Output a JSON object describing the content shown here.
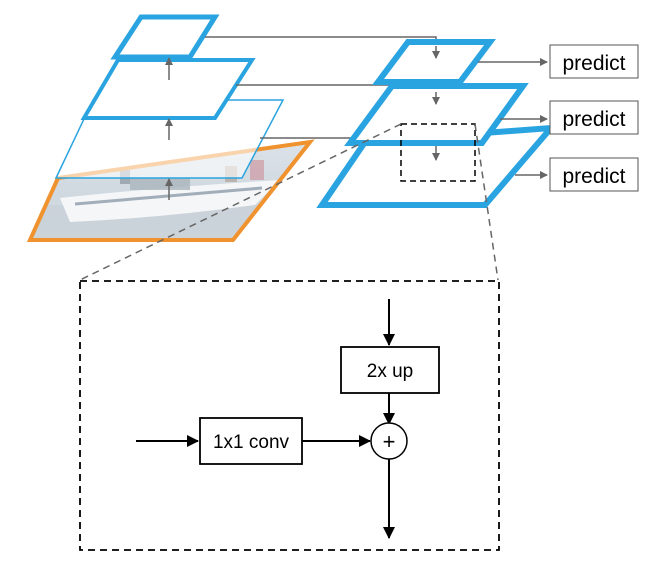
{
  "predict_boxes": [
    {
      "label": "predict"
    },
    {
      "label": "predict"
    },
    {
      "label": "predict"
    }
  ],
  "detail": {
    "upsample_label": "2x up",
    "conv_label": "1x1 conv",
    "add_symbol": "+"
  },
  "colors": {
    "pyramid_blue": "#2aa4e0",
    "input_orange": "#f0922e",
    "arrow_gray": "#666666",
    "black": "#000000"
  }
}
